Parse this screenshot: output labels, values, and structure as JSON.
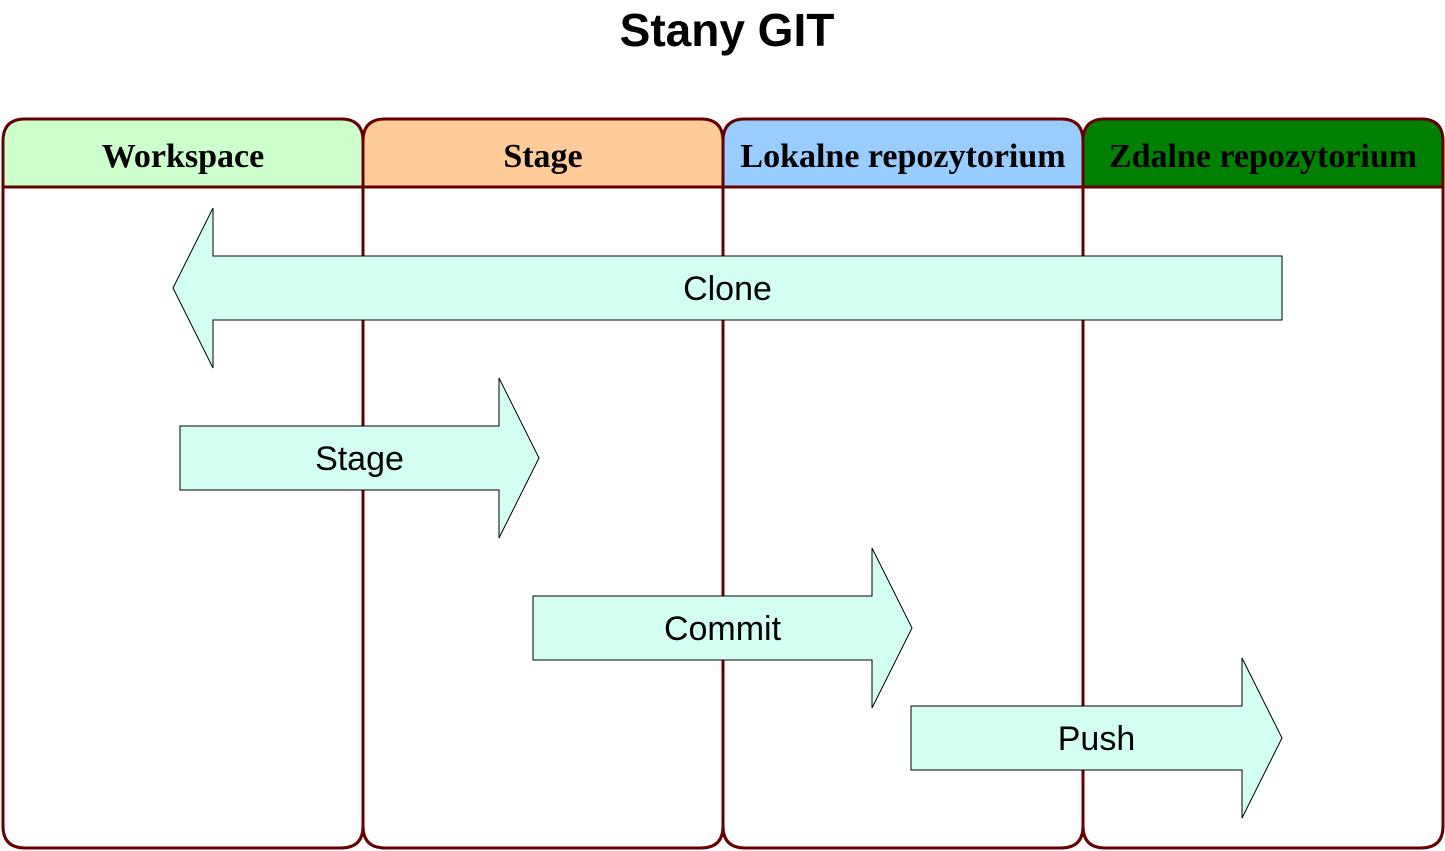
{
  "title": "Stany GIT",
  "lanes": [
    {
      "label": "Workspace",
      "header_color": "#CCFFCC",
      "text_color": "#000000"
    },
    {
      "label": "Stage",
      "header_color": "#FFCC99",
      "text_color": "#000000"
    },
    {
      "label": "Lokalne repozytorium",
      "header_color": "#99CCFF",
      "text_color": "#000000"
    },
    {
      "label": "Zdalne repozytorium",
      "header_color": "#008000",
      "text_color": "#000000"
    }
  ],
  "arrows": [
    {
      "label": "Clone",
      "direction": "left",
      "from": "Zdalne repozytorium",
      "to": "Workspace"
    },
    {
      "label": "Stage",
      "direction": "right",
      "from": "Workspace",
      "to": "Stage"
    },
    {
      "label": "Commit",
      "direction": "right",
      "from": "Stage",
      "to": "Lokalne repozytorium"
    },
    {
      "label": "Push",
      "direction": "right",
      "from": "Lokalne repozytorium",
      "to": "Zdalne repozytorium"
    }
  ],
  "colors": {
    "lane_border": "#660000",
    "arrow_fill": "#D3FFF2",
    "arrow_stroke": "#000000"
  }
}
